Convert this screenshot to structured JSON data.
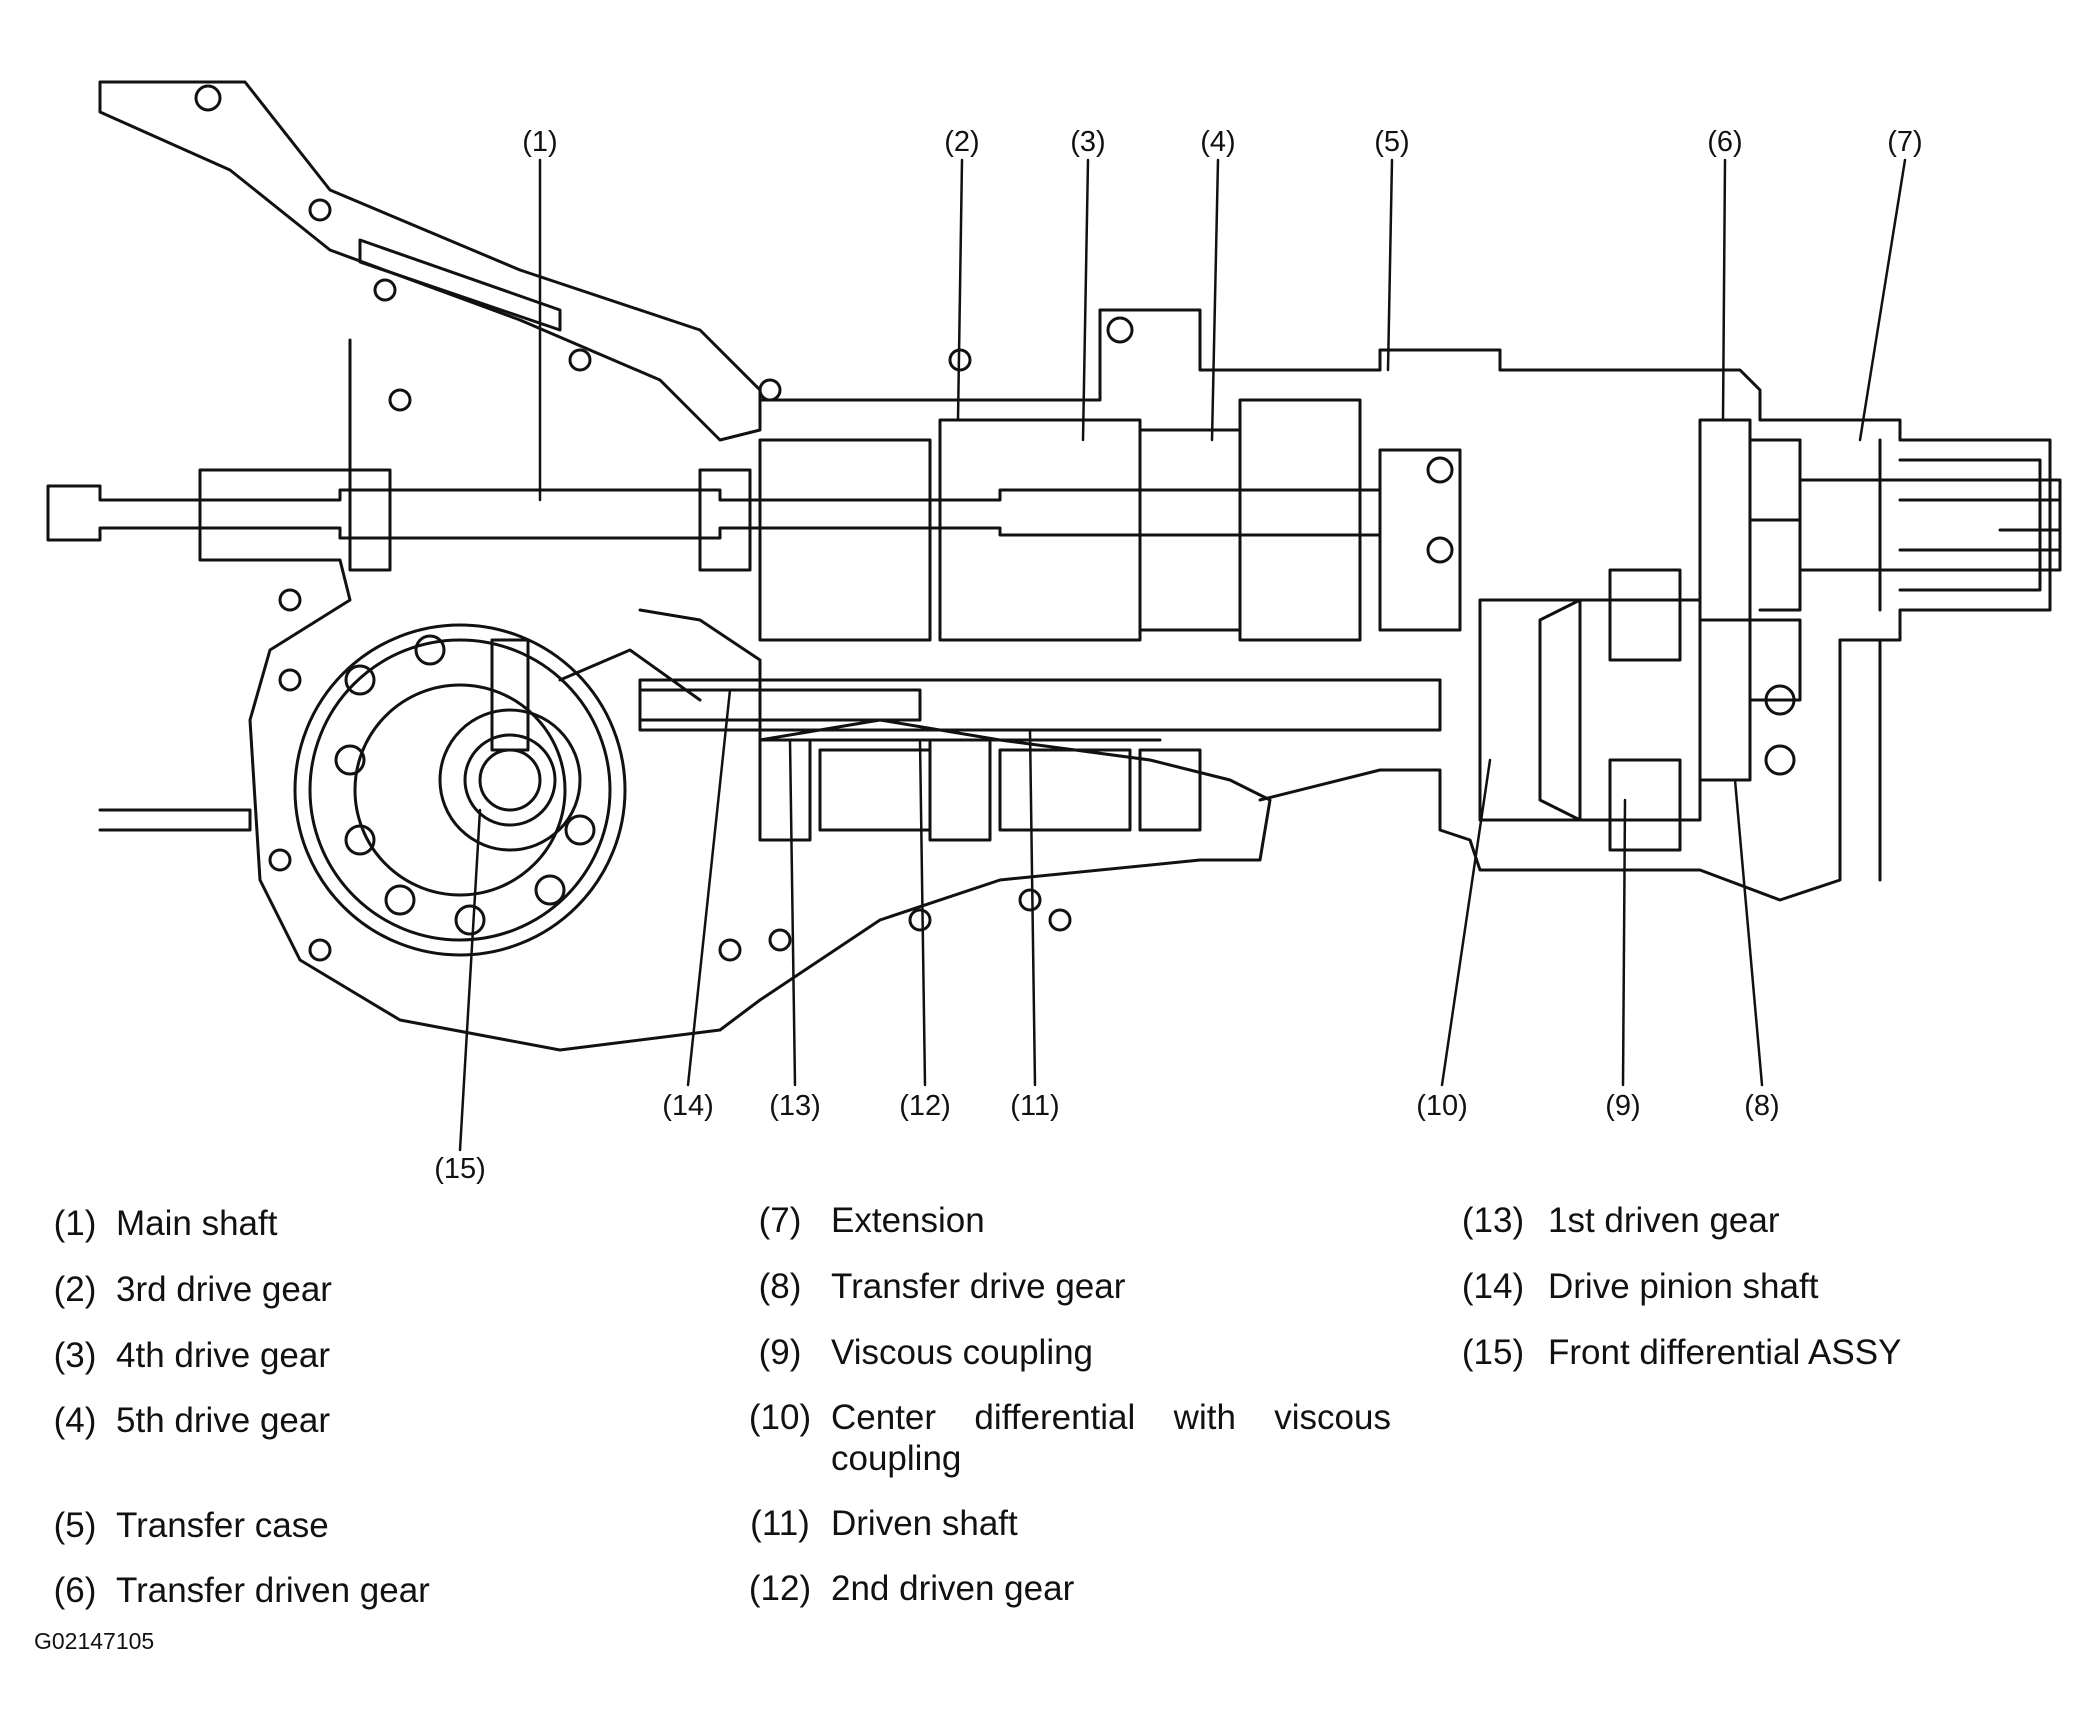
{
  "callouts": [
    "(1)",
    "(2)",
    "(3)",
    "(4)",
    "(5)",
    "(6)",
    "(7)",
    "(8)",
    "(9)",
    "(10)",
    "(11)",
    "(12)",
    "(13)",
    "(14)",
    "(15)"
  ],
  "legend": [
    {
      "num": "(1)",
      "label": "Main shaft"
    },
    {
      "num": "(2)",
      "label": "3rd drive gear"
    },
    {
      "num": "(3)",
      "label": "4th drive gear"
    },
    {
      "num": "(4)",
      "label": "5th drive gear"
    },
    {
      "num": "(5)",
      "label": "Transfer case"
    },
    {
      "num": "(6)",
      "label": "Transfer driven gear"
    },
    {
      "num": "(7)",
      "label": "Extension"
    },
    {
      "num": "(8)",
      "label": "Transfer drive gear"
    },
    {
      "num": "(9)",
      "label": "Viscous coupling"
    },
    {
      "num": "(10)",
      "label": "Center differential with viscous coupling"
    },
    {
      "num": "(11)",
      "label": "Driven shaft"
    },
    {
      "num": "(12)",
      "label": "2nd driven gear"
    },
    {
      "num": "(13)",
      "label": "1st driven gear"
    },
    {
      "num": "(14)",
      "label": "Drive pinion shaft"
    },
    {
      "num": "(15)",
      "label": "Front differential ASSY"
    }
  ],
  "figure_code": "G02147105"
}
